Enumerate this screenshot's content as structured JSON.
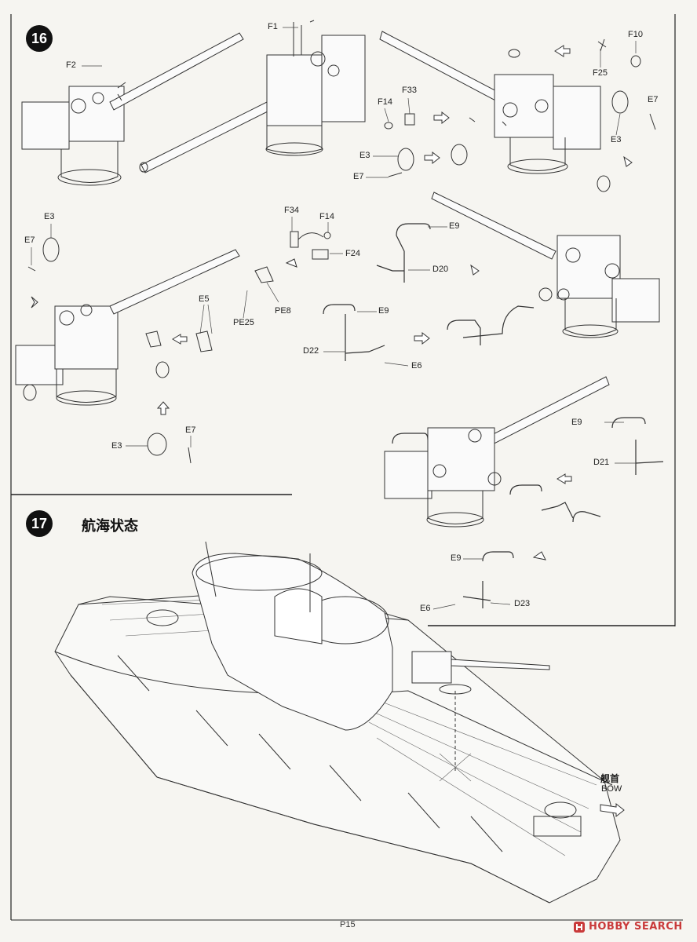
{
  "steps": {
    "s16": {
      "number": "16"
    },
    "s17": {
      "number": "17",
      "title": "航海状态"
    }
  },
  "labels": {
    "f1": "F1",
    "f2": "F2",
    "f10": "F10",
    "f25": "F25",
    "f14a": "F14",
    "f33": "F33",
    "e7a": "E7",
    "e3a": "E3",
    "e3b": "E3",
    "e7b": "E7",
    "e3c": "E3",
    "e7c": "E7",
    "f34": "F34",
    "f14b": "F14",
    "f24": "F24",
    "e5": "E5",
    "pe25": "PE25",
    "pe8": "PE8",
    "e3d": "E3",
    "e7d": "E7",
    "e9a": "E9",
    "d20": "D20",
    "e9b": "E9",
    "d22": "D22",
    "e6a": "E6",
    "e9c": "E9",
    "d21": "D21",
    "e9d": "E9",
    "d23": "D23",
    "e6b": "E6"
  },
  "bow": {
    "cn": "舰首",
    "en": "BOW"
  },
  "footer": {
    "page": "P15",
    "watermark": "HOBBY SEARCH"
  }
}
